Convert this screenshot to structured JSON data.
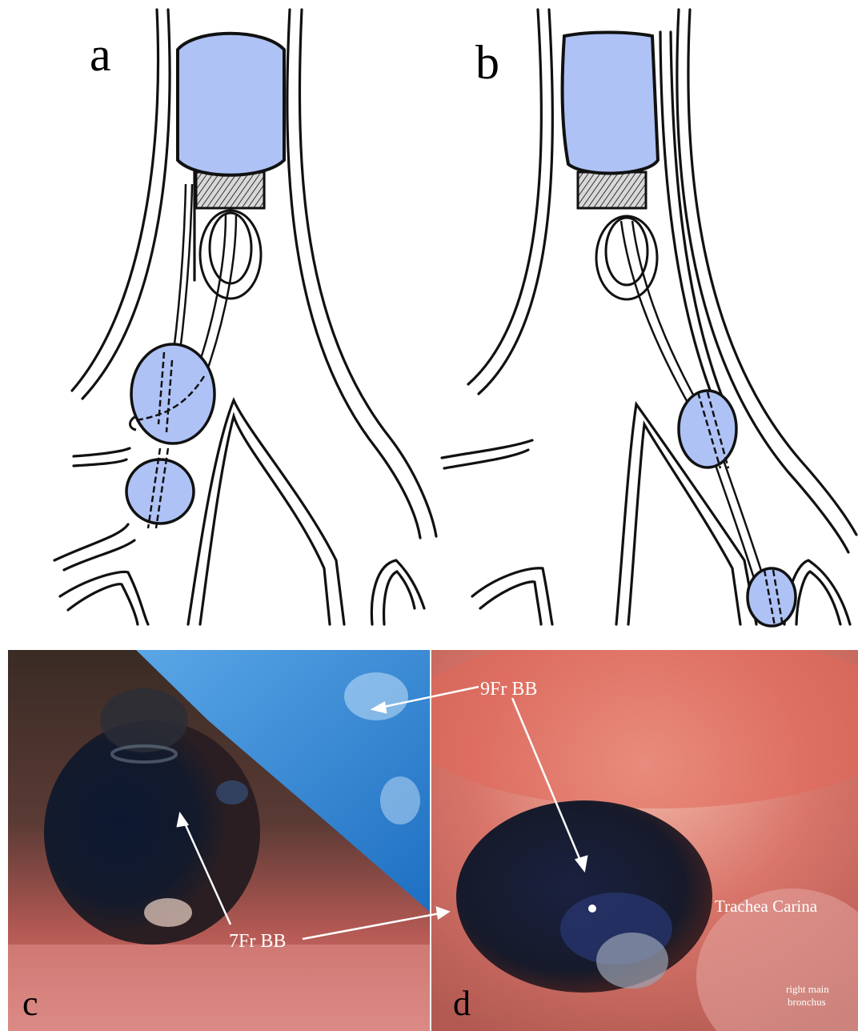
{
  "panels": {
    "a": "a",
    "b": "b",
    "c": "c",
    "d": "d"
  },
  "labels": {
    "nine_fr": "9Fr BB",
    "seven_fr": "7Fr BB",
    "carina": "Trachea Carina",
    "bronchus_line1": "right main",
    "bronchus_line2": "bronchus"
  },
  "colors": {
    "balloon": "#aec2f5",
    "outline": "#111111",
    "tissue_red": "#c9605a",
    "blue_tube": "#2b7fd0"
  }
}
